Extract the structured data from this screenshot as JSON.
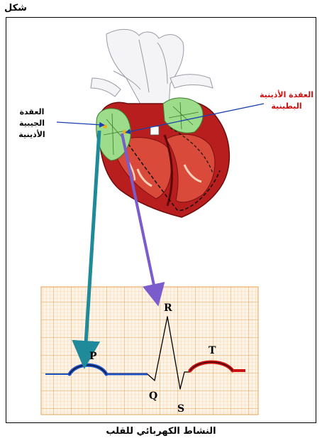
{
  "corner_label": "شكل",
  "labels": {
    "sa_node_line1": "العقدة الجيبية",
    "sa_node_line2": "الأذينية",
    "av_node_line1": "العقدة الأذينية",
    "av_node_line2": "البطينية"
  },
  "ecg_waves": [
    "P",
    "Q",
    "R",
    "S",
    "T"
  ],
  "caption": "النشاط الكهربائي للقلب",
  "colors": {
    "sa_label": "#000000",
    "av_label": "#cc1111",
    "sa_arrow": "#1f8a9a",
    "av_arrow": "#7b5ccc",
    "ecg_grid": "#f0b067",
    "ecg_paper": "#fdf3e6",
    "p_wave": "#1a4fc0",
    "t_wave": "#cc1111",
    "qrs": "#000000"
  }
}
